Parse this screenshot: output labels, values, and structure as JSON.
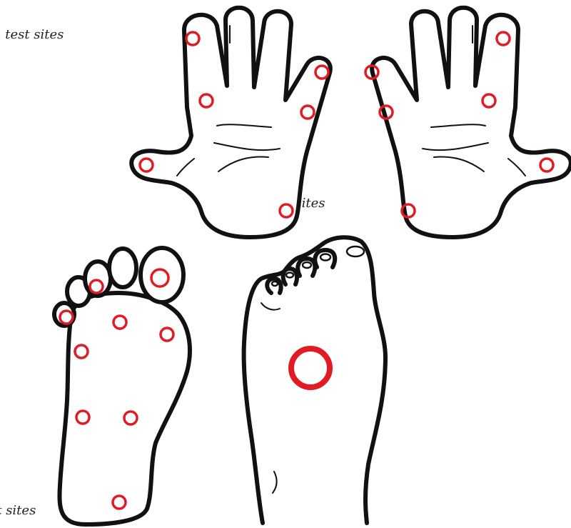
{
  "labels": {
    "common": "mon test sites",
    "hand": "Hand test sites",
    "foot": "st sites"
  },
  "colors": {
    "outline": "#111111",
    "test_site": "#e01b24",
    "background": "#ffffff"
  }
}
